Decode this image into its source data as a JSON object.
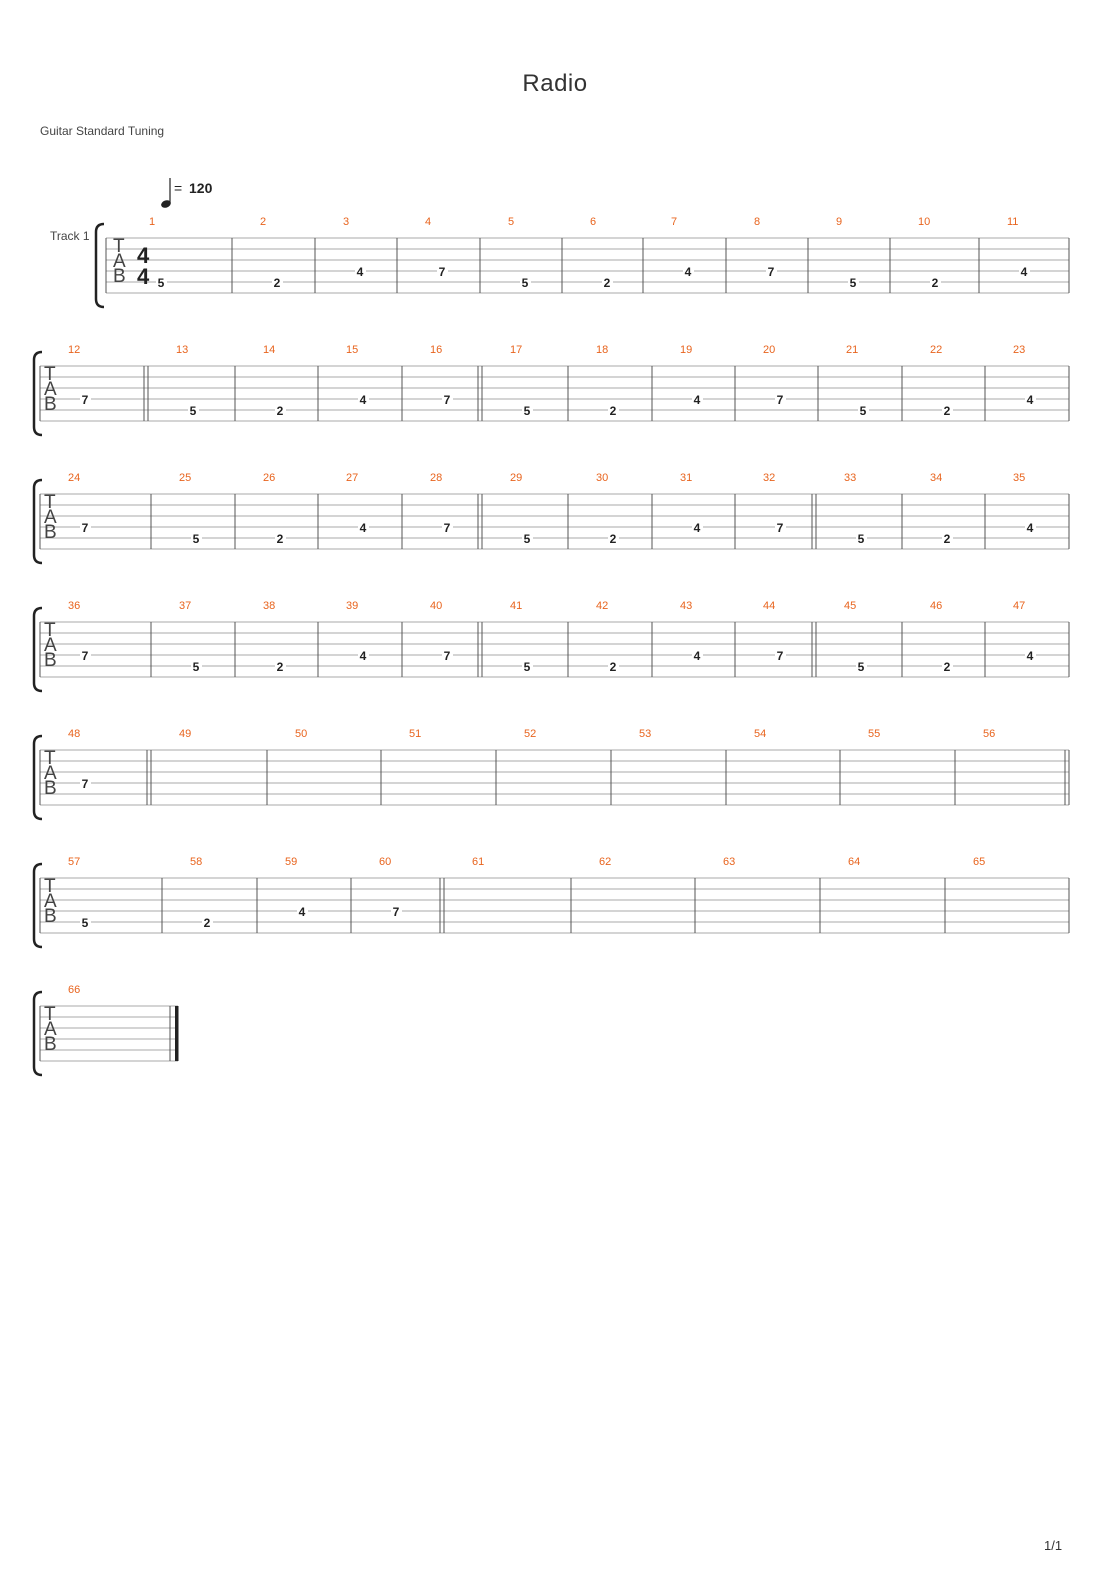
{
  "title": "Radio",
  "tuning": "Guitar Standard Tuning",
  "tempo": {
    "bpm_text": "120",
    "equals": "="
  },
  "track_name": "Track 1",
  "tab_clef": [
    "T",
    "A",
    "B"
  ],
  "time_signature": {
    "numerator": "4",
    "denominator": "4"
  },
  "page_number": "1/1",
  "colors": {
    "measure_number": "#e8641e",
    "staff_line": "#a8a8a8",
    "ink": "#222222"
  },
  "systems": [
    {
      "measures": [
        {
          "number": "1",
          "notes": [
            {
              "fret": "5",
              "string": 5
            }
          ]
        },
        {
          "number": "2",
          "notes": [
            {
              "fret": "2",
              "string": 5
            }
          ]
        },
        {
          "number": "3",
          "notes": [
            {
              "fret": "4",
              "string": 4
            }
          ]
        },
        {
          "number": "4",
          "notes": [
            {
              "fret": "7",
              "string": 4
            }
          ]
        },
        {
          "number": "5",
          "notes": [
            {
              "fret": "5",
              "string": 5
            }
          ]
        },
        {
          "number": "6",
          "notes": [
            {
              "fret": "2",
              "string": 5
            }
          ]
        },
        {
          "number": "7",
          "notes": [
            {
              "fret": "4",
              "string": 4
            }
          ]
        },
        {
          "number": "8",
          "notes": [
            {
              "fret": "7",
              "string": 4
            }
          ]
        },
        {
          "number": "9",
          "notes": [
            {
              "fret": "5",
              "string": 5
            }
          ]
        },
        {
          "number": "10",
          "notes": [
            {
              "fret": "2",
              "string": 5
            }
          ]
        },
        {
          "number": "11",
          "notes": [
            {
              "fret": "4",
              "string": 4
            }
          ]
        }
      ]
    },
    {
      "measures": [
        {
          "number": "12",
          "notes": [
            {
              "fret": "7",
              "string": 4
            }
          ]
        },
        {
          "number": "13",
          "notes": [
            {
              "fret": "5",
              "string": 5
            }
          ]
        },
        {
          "number": "14",
          "notes": [
            {
              "fret": "2",
              "string": 5
            }
          ]
        },
        {
          "number": "15",
          "notes": [
            {
              "fret": "4",
              "string": 4
            }
          ]
        },
        {
          "number": "16",
          "notes": [
            {
              "fret": "7",
              "string": 4
            }
          ]
        },
        {
          "number": "17",
          "notes": [
            {
              "fret": "5",
              "string": 5
            }
          ]
        },
        {
          "number": "18",
          "notes": [
            {
              "fret": "2",
              "string": 5
            }
          ]
        },
        {
          "number": "19",
          "notes": [
            {
              "fret": "4",
              "string": 4
            }
          ]
        },
        {
          "number": "20",
          "notes": [
            {
              "fret": "7",
              "string": 4
            }
          ]
        },
        {
          "number": "21",
          "notes": [
            {
              "fret": "5",
              "string": 5
            }
          ]
        },
        {
          "number": "22",
          "notes": [
            {
              "fret": "2",
              "string": 5
            }
          ]
        },
        {
          "number": "23",
          "notes": [
            {
              "fret": "4",
              "string": 4
            }
          ]
        }
      ]
    },
    {
      "measures": [
        {
          "number": "24",
          "notes": [
            {
              "fret": "7",
              "string": 4
            }
          ]
        },
        {
          "number": "25",
          "notes": [
            {
              "fret": "5",
              "string": 5
            }
          ]
        },
        {
          "number": "26",
          "notes": [
            {
              "fret": "2",
              "string": 5
            }
          ]
        },
        {
          "number": "27",
          "notes": [
            {
              "fret": "4",
              "string": 4
            }
          ]
        },
        {
          "number": "28",
          "notes": [
            {
              "fret": "7",
              "string": 4
            }
          ]
        },
        {
          "number": "29",
          "notes": [
            {
              "fret": "5",
              "string": 5
            }
          ]
        },
        {
          "number": "30",
          "notes": [
            {
              "fret": "2",
              "string": 5
            }
          ]
        },
        {
          "number": "31",
          "notes": [
            {
              "fret": "4",
              "string": 4
            }
          ]
        },
        {
          "number": "32",
          "notes": [
            {
              "fret": "7",
              "string": 4
            }
          ]
        },
        {
          "number": "33",
          "notes": [
            {
              "fret": "5",
              "string": 5
            }
          ]
        },
        {
          "number": "34",
          "notes": [
            {
              "fret": "2",
              "string": 5
            }
          ]
        },
        {
          "number": "35",
          "notes": [
            {
              "fret": "4",
              "string": 4
            }
          ]
        }
      ]
    },
    {
      "measures": [
        {
          "number": "36",
          "notes": [
            {
              "fret": "7",
              "string": 4
            }
          ]
        },
        {
          "number": "37",
          "notes": [
            {
              "fret": "5",
              "string": 5
            }
          ]
        },
        {
          "number": "38",
          "notes": [
            {
              "fret": "2",
              "string": 5
            }
          ]
        },
        {
          "number": "39",
          "notes": [
            {
              "fret": "4",
              "string": 4
            }
          ]
        },
        {
          "number": "40",
          "notes": [
            {
              "fret": "7",
              "string": 4
            }
          ]
        },
        {
          "number": "41",
          "notes": [
            {
              "fret": "5",
              "string": 5
            }
          ]
        },
        {
          "number": "42",
          "notes": [
            {
              "fret": "2",
              "string": 5
            }
          ]
        },
        {
          "number": "43",
          "notes": [
            {
              "fret": "4",
              "string": 4
            }
          ]
        },
        {
          "number": "44",
          "notes": [
            {
              "fret": "7",
              "string": 4
            }
          ]
        },
        {
          "number": "45",
          "notes": [
            {
              "fret": "5",
              "string": 5
            }
          ]
        },
        {
          "number": "46",
          "notes": [
            {
              "fret": "2",
              "string": 5
            }
          ]
        },
        {
          "number": "47",
          "notes": [
            {
              "fret": "4",
              "string": 4
            }
          ]
        }
      ]
    },
    {
      "measures": [
        {
          "number": "48",
          "notes": [
            {
              "fret": "7",
              "string": 4
            }
          ]
        },
        {
          "number": "49",
          "notes": []
        },
        {
          "number": "50",
          "notes": []
        },
        {
          "number": "51",
          "notes": []
        },
        {
          "number": "52",
          "notes": []
        },
        {
          "number": "53",
          "notes": []
        },
        {
          "number": "54",
          "notes": []
        },
        {
          "number": "55",
          "notes": []
        },
        {
          "number": "56",
          "notes": []
        }
      ]
    },
    {
      "measures": [
        {
          "number": "57",
          "notes": [
            {
              "fret": "5",
              "string": 5
            }
          ]
        },
        {
          "number": "58",
          "notes": [
            {
              "fret": "2",
              "string": 5
            }
          ]
        },
        {
          "number": "59",
          "notes": [
            {
              "fret": "4",
              "string": 4
            }
          ]
        },
        {
          "number": "60",
          "notes": [
            {
              "fret": "7",
              "string": 4
            }
          ]
        },
        {
          "number": "61",
          "notes": []
        },
        {
          "number": "62",
          "notes": []
        },
        {
          "number": "63",
          "notes": []
        },
        {
          "number": "64",
          "notes": []
        },
        {
          "number": "65",
          "notes": []
        }
      ]
    },
    {
      "measures": [
        {
          "number": "66",
          "notes": []
        }
      ]
    }
  ]
}
